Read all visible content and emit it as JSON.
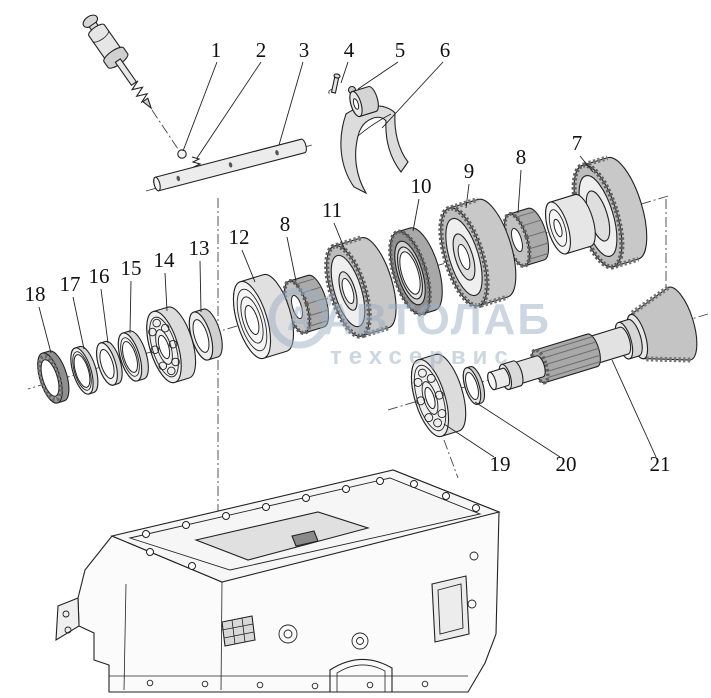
{
  "diagram": {
    "background": "#ffffff",
    "ink_color": "#222222",
    "callouts": [
      {
        "num": "1"
      },
      {
        "num": "2"
      },
      {
        "num": "3"
      },
      {
        "num": "4"
      },
      {
        "num": "5"
      },
      {
        "num": "6"
      },
      {
        "num": "7"
      },
      {
        "num": "8"
      },
      {
        "num": "9"
      },
      {
        "num": "10"
      },
      {
        "num": "11"
      },
      {
        "num": "8"
      },
      {
        "num": "12"
      },
      {
        "num": "13"
      },
      {
        "num": "14"
      },
      {
        "num": "15"
      },
      {
        "num": "16"
      },
      {
        "num": "17"
      },
      {
        "num": "18"
      },
      {
        "num": "19"
      },
      {
        "num": "20"
      },
      {
        "num": "21"
      }
    ],
    "watermark": {
      "logo_letter": "А",
      "line1": "АВТОЛАБ",
      "line2": "техсервис",
      "color": "#9db0c4"
    }
  }
}
